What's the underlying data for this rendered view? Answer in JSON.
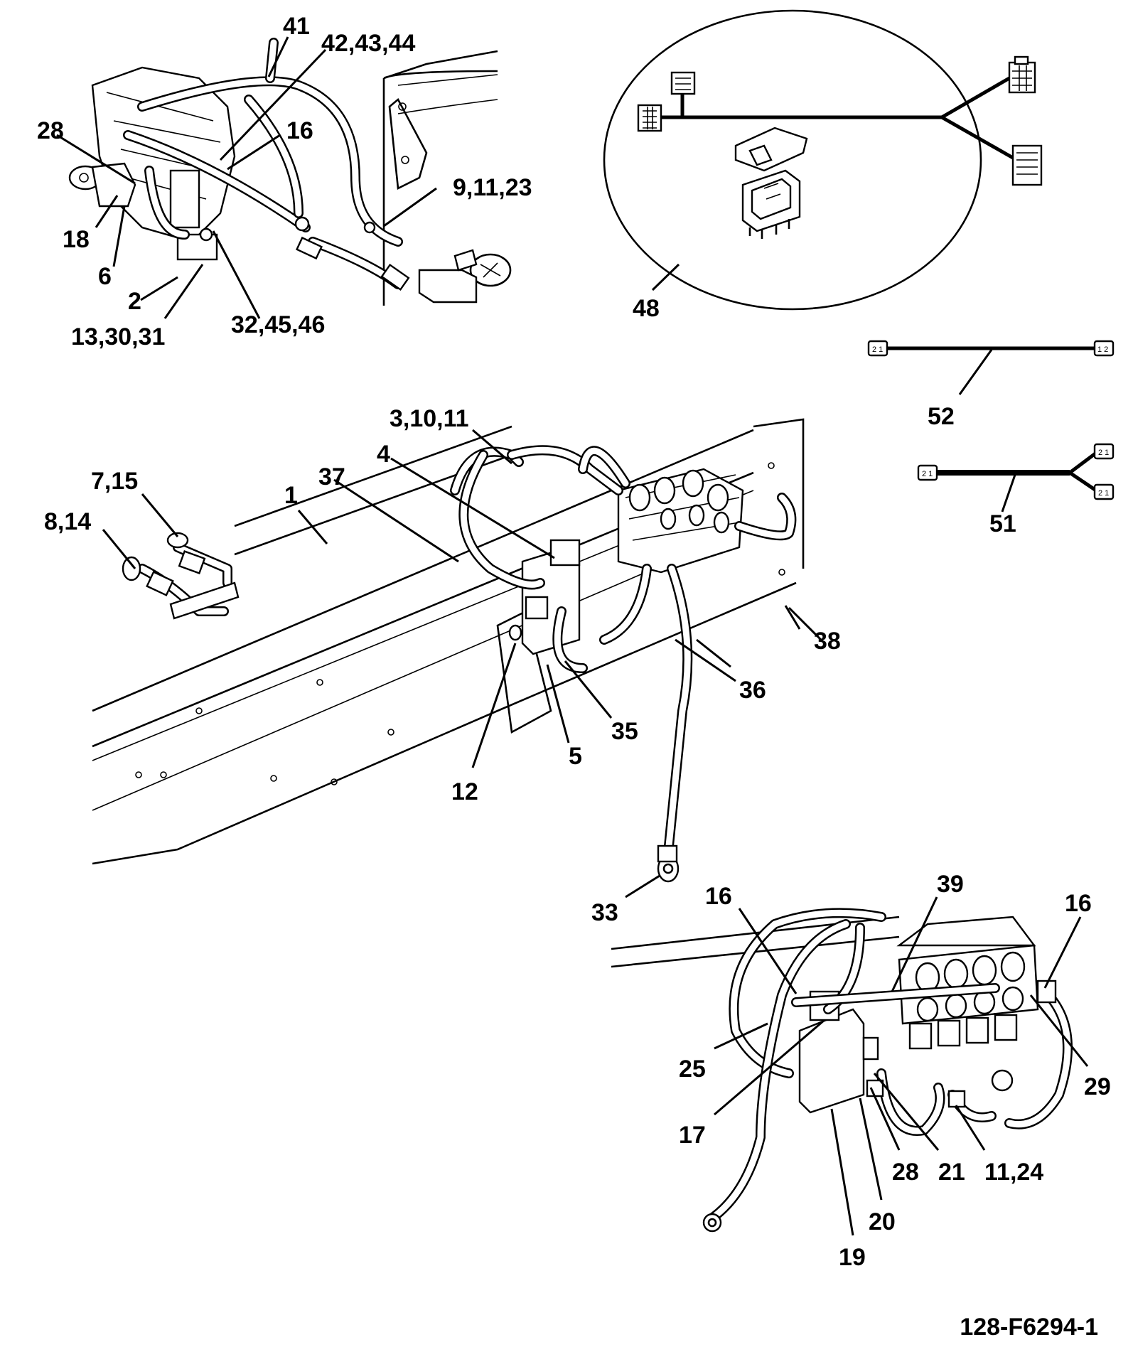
{
  "drawing_id": "128-F6294-1",
  "callouts": {
    "c1": "1",
    "c2": "2",
    "c3_10_11": "3,10,11",
    "c4": "4",
    "c5": "5",
    "c6": "6",
    "c7_15": "7,15",
    "c8_14": "8,14",
    "c9_11_23": "9,11,23",
    "c12": "12",
    "c13_30_31": "13,30,31",
    "c16_a": "16",
    "c16_b": "16",
    "c16_c": "16",
    "c17": "17",
    "c18": "18",
    "c19": "19",
    "c20": "20",
    "c21": "21",
    "c11_24": "11,24",
    "c25": "25",
    "c28_a": "28",
    "c28_b": "28",
    "c29": "29",
    "c32_45_46": "32,45,46",
    "c33": "33",
    "c35": "35",
    "c36": "36",
    "c37": "37",
    "c38": "38",
    "c39": "39",
    "c41": "41",
    "c42_43_44": "42,43,44",
    "c48": "48",
    "c51": "51",
    "c52": "52"
  },
  "connector_pins": {
    "p52_left": "2 1",
    "p52_right": "1 2",
    "p51_left": "2 1",
    "p51_top": "2 1",
    "p51_bottom": "2 1"
  }
}
